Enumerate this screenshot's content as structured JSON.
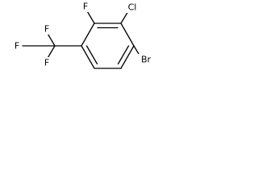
{
  "molecule": {
    "atoms": {
      "chlorine": "Cl",
      "bromine": "Br",
      "fluorine_ring": "F",
      "cf3_fluorine_top": "F",
      "cf3_fluorine_left": "F",
      "cf3_fluorine_bottom": "F"
    },
    "colors": {
      "bond": "#000000",
      "label": "#000000",
      "background": "#ffffff"
    }
  }
}
